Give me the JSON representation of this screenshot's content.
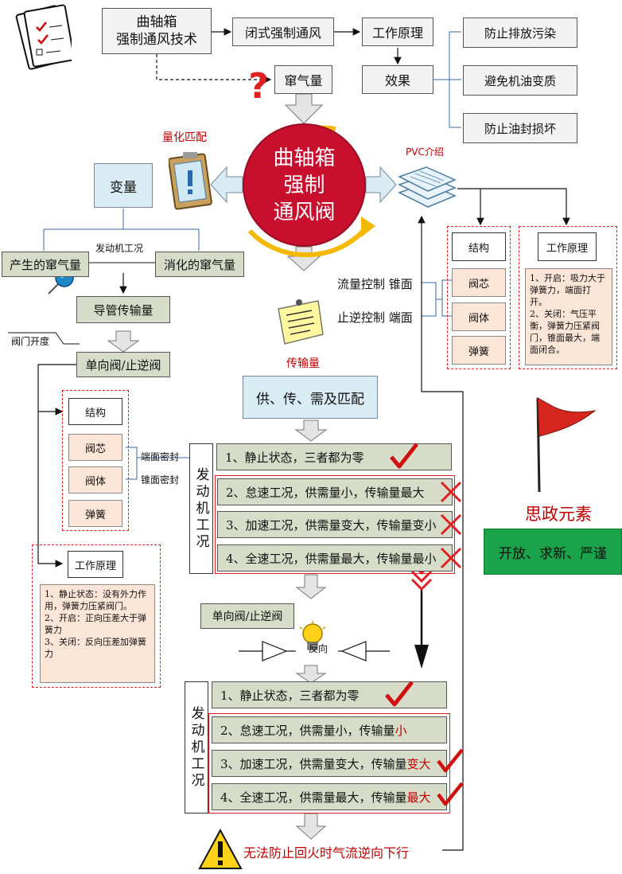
{
  "top": {
    "main_topic": "曲轴箱\n强制通风技术",
    "closed_vent": "闭式强制通风",
    "working_principle": "工作原理",
    "effect": "效果",
    "effects": [
      "防止排放污染",
      "避免机油变质",
      "防止油封损坏"
    ],
    "blowby": "窜气量"
  },
  "center": {
    "title": "曲轴箱\n强制\n通风阀",
    "quantify_label": "量化匹配",
    "pvc_label": "PVC介绍",
    "transfer_label": "传输量"
  },
  "left": {
    "variable": "变量",
    "engine_condition": "发动机工况",
    "produced": "产生的窜气量",
    "consumed": "消化的窜气量",
    "duct_transfer": "导管传输量",
    "valve_opening": "阀门开度",
    "check_valve": "单向阀/止逆阀",
    "structure_title": "结构",
    "structure_items": [
      "阀芯",
      "阀体",
      "弹簧"
    ],
    "seal_end": "端面密封",
    "seal_cone": "锥面密封",
    "principle_title": "工作原理",
    "principle_text": "1、静止状态：没有外力作用，弹簧力压紧阀门。\n2、开启：正向压差大于弹簧力\n3、关闭：反向压差加弹簧力"
  },
  "pvc": {
    "flow_control": "流量控制 锥面",
    "check_control": "止逆控制 端面",
    "structure_title": "结构",
    "structure_items": [
      "阀芯",
      "阀体",
      "弹簧"
    ],
    "principle_title": "工作原理",
    "principle_text": "1、开启：吸力大于弹簧力，端面打开。\n2、关闭：气压平衡，弹簧力压紧阀门，锥面最大，端面闭合。"
  },
  "middle": {
    "supply_match": "供、传、需及匹配",
    "engine_label": "发动机工况",
    "steps1": [
      "1、静止状态，三者都为零",
      "2、怠速工况，供需量小，传输量最大",
      "3、加速工况，供需量变大，传输量变小",
      "4、全速工况，供需量最大，传输量最小"
    ],
    "check_valve2": "单向阀/止逆阀",
    "reverse": "反向",
    "steps2": [
      {
        "text": "1、静止状态，三者都为零",
        "hl": ""
      },
      {
        "text": "2、怠速工况，供需量小，传输量",
        "hl": "小"
      },
      {
        "text": "3、加速工况，供需量变大，传输量",
        "hl": "变大"
      },
      {
        "text": "4、全速工况，供需量最大，传输量",
        "hl": "最大"
      }
    ],
    "warning": "无法防止回火时气流逆向下行"
  },
  "right": {
    "ideology_title": "思政元素",
    "values": "开放、求新、严谨"
  },
  "colors": {
    "red_accent": "#c00000",
    "green_box": "#1aa34a",
    "circle_red": "#c8102e",
    "arc_yellow": "#f5b800"
  }
}
